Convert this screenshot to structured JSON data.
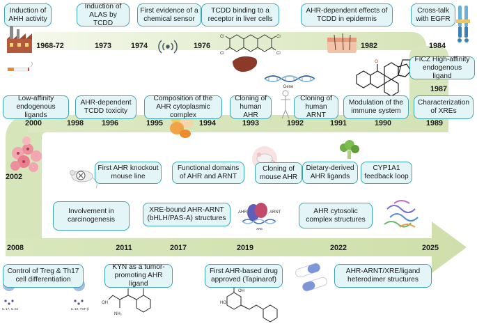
{
  "colors": {
    "band": "#dfe9c8",
    "band_edge": "#f4f8ea",
    "box_fill": "#e3f5f7",
    "box_border": "#3aa6b6"
  },
  "events": {
    "e1968": "Induction of AHH activity",
    "e1973": "Induction of ALAS by TCDD",
    "e1974": "First evidence of a chemical sensor",
    "e1976": "TCDD binding to a receptor in liver cells",
    "e1982": "AHR-dependent effects of TCDD in epidermis",
    "e1984": "Cross-talk with EGFR",
    "e1987": "FICZ High-affinity endogenous ligand",
    "e2000": "Low-affinity endogenous ligands",
    "e1998": "AHR-dependent TCDD toxicity",
    "e1995": "Composition of the AHR cytoplasmic complex",
    "e1993": "Cloning of human AHR",
    "e1992": "Cloning of human ARNT",
    "e1990": "Modulation of the immune system",
    "e1989": "Characterization of XREs",
    "e1996": "First AHR knockout mouse line",
    "e1994": "Functional domains of AHR and ARNT",
    "e1993b": "Cloning of mouse AHR",
    "e1991": "Dietary-derived AHR ligands",
    "e1990b": "CYP1A1 feedback loop",
    "e2002": "Involvement in carcinogenesis",
    "e2017": "XRE-bound AHR-ARNT (bHLH/PAS-A) structures",
    "e2022": "AHR cytosolic complex structures",
    "e2008": "Control of Treg & Th17 cell differentiation",
    "e2011": "KYN as a tumor-promoting AHR ligand",
    "e2019": "First AHR-based drug approved (Tapinarof)",
    "e2025": "AHR-ARNT/XRE/ligand heterodimer structures"
  },
  "years": {
    "y1968": "1968-72",
    "y1973": "1973",
    "y1974": "1974",
    "y1976": "1976",
    "y1982": "1982",
    "y1984": "1984",
    "y1987": "1987",
    "y1989": "1989",
    "y1990": "1990",
    "y1991": "1991",
    "y1992": "1992",
    "y1993": "1993",
    "y1994": "1994",
    "y1995": "1995",
    "y1996": "1996",
    "y1998": "1998",
    "y2000": "2000",
    "y2002": "2002",
    "y2008": "2008",
    "y2011": "2011",
    "y2017": "2017",
    "y2019": "2019",
    "y2022": "2022",
    "y2025": "2025"
  },
  "labels": {
    "gene": "Gene",
    "ahr": "AHR",
    "arnt": "ARNT",
    "xre": "XRE",
    "o": "O",
    "nh2": "NH₂",
    "oh": "OH",
    "ho": "HO",
    "cl": "Cl",
    "cytokines1": "IL-17, IL-22",
    "cytokines2": "IL-10, TGF-β"
  }
}
